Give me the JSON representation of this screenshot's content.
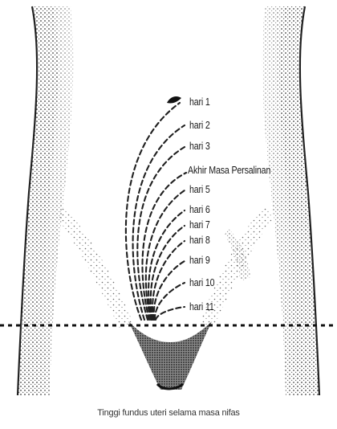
{
  "figure": {
    "labels": [
      "hari 1",
      "hari 2",
      "hari 3",
      "Akhir Masa Persalinan",
      "hari 5",
      "hari 6",
      "hari 7",
      "hari 8",
      "hari 9",
      "hari 10",
      "hari 11"
    ],
    "caption": "Tinggi fundus uteri selama masa nifas"
  },
  "colors": {
    "ink": "#1a1a1a",
    "stipple": "#444444",
    "background": "#ffffff"
  }
}
